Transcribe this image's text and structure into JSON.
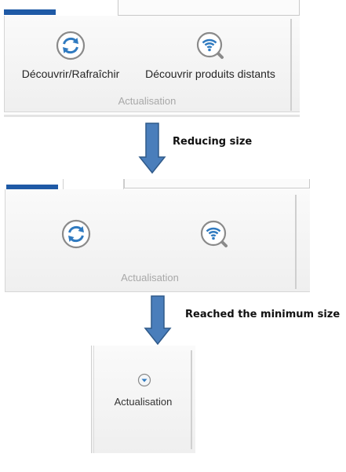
{
  "panel_full": {
    "refresh_button_label": "Découvrir/Rafraîchir",
    "remote_button_label": "Découvrir produits distants",
    "group_label": "Actualisation"
  },
  "step1": {
    "caption": "Reducing size"
  },
  "panel_reduced": {
    "group_label": "Actualisation"
  },
  "step2": {
    "caption": "Reached the minimum size"
  },
  "panel_minimum": {
    "group_button_label": "Actualisation"
  },
  "colors": {
    "accent": "#1f5aa6",
    "arrow_fill": "#4a7ebb",
    "arrow_stroke": "#2f5a8a",
    "icon_blue": "#2f7ac0",
    "icon_ring": "#8a8a8a"
  },
  "icons": {
    "refresh": "refresh-icon",
    "remote_discovery": "wifi-search-icon",
    "dropdown": "dropdown-arrow-icon"
  }
}
